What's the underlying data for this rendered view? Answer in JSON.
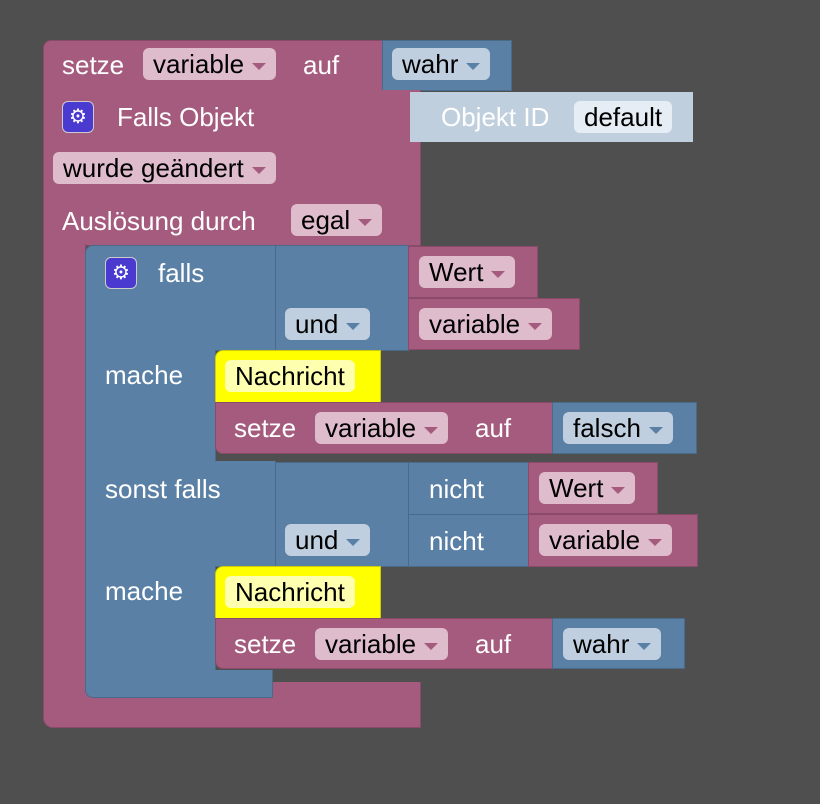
{
  "colors": {
    "background": "#4f4f4f",
    "variables": "#a55b7e",
    "logic": "#5b80a5",
    "trigger_value": "#c0cfde",
    "message": "#ffff00"
  },
  "set1": {
    "label": "setze",
    "var": "variable",
    "to": "auf",
    "value": "wahr"
  },
  "trigger": {
    "title": "Falls Objekt",
    "object_label": "Objekt ID",
    "object_value": "default",
    "condition": "wurde geändert",
    "cause_label": "Auslösung durch",
    "cause": "egal"
  },
  "if": {
    "falls": "falls",
    "op1": "und",
    "a": "Wert",
    "b": "variable",
    "mache": "mache",
    "msg": "Nachricht",
    "set_label": "setze",
    "set_var": "variable",
    "set_to": "auf",
    "set_value": "falsch"
  },
  "elseif": {
    "label": "sonst falls",
    "op": "und",
    "not1": "nicht",
    "a": "Wert",
    "not2": "nicht",
    "b": "variable",
    "mache": "mache",
    "msg": "Nachricht",
    "set_label": "setze",
    "set_var": "variable",
    "set_to": "auf",
    "set_value": "wahr"
  }
}
